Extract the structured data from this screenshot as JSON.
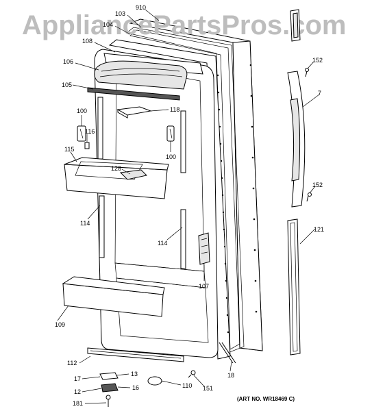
{
  "watermark": "AppliancePartsPros.com",
  "art_number": "(ART NO. WR18469 C)",
  "callouts": {
    "c910": "910",
    "c103": "103",
    "c104": "104",
    "c108": "108",
    "c106": "106",
    "c105": "105",
    "c100a": "100",
    "c116": "116",
    "c115": "115",
    "c118": "118",
    "c100b": "100",
    "c128": "128",
    "c114a": "114",
    "c114b": "114",
    "c107": "107",
    "c109": "109",
    "c112": "112",
    "c17": "17",
    "c13": "13",
    "c12": "12",
    "c16": "16",
    "c181": "181",
    "c110": "110",
    "c151": "151",
    "c18": "18",
    "c152a": "152",
    "c7": "7",
    "c152b": "152",
    "c121": "121"
  }
}
